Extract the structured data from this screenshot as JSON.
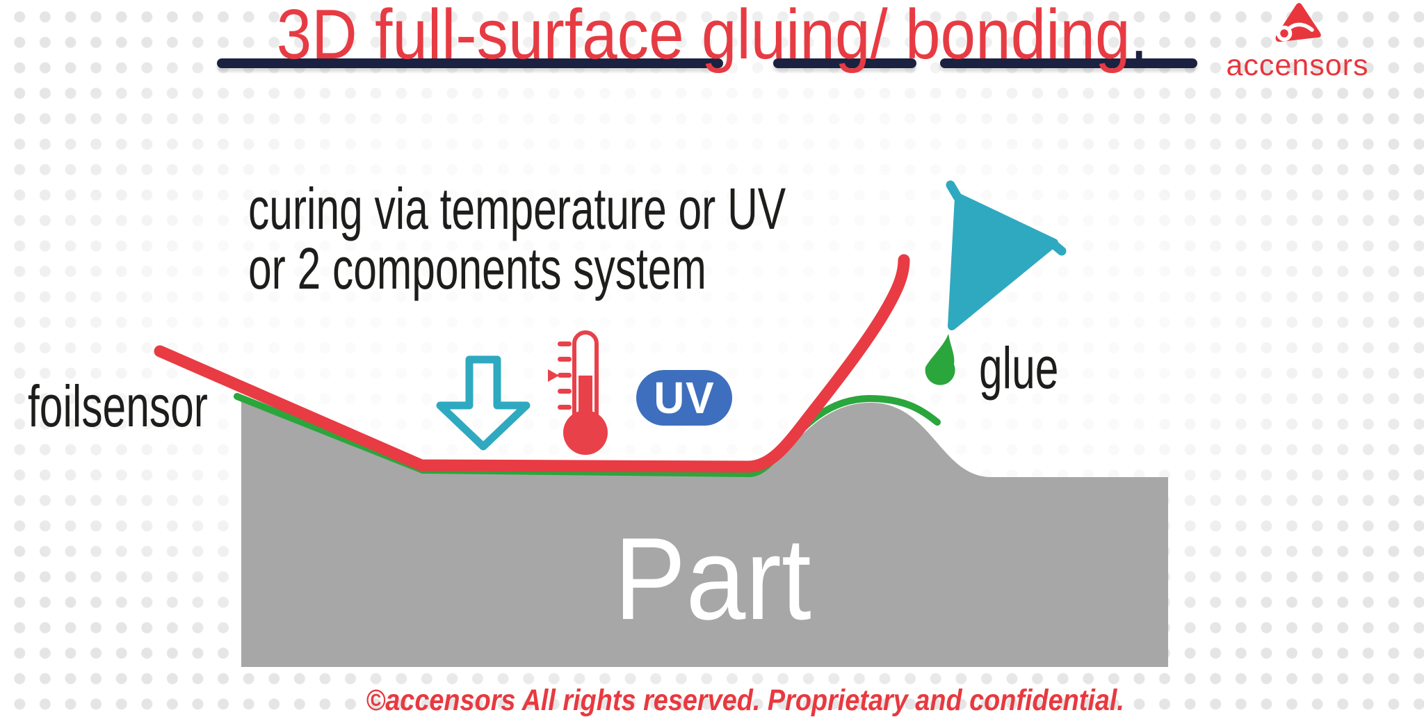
{
  "title": {
    "text": "3D full-surface gluing/ bonding",
    "period": "."
  },
  "logo": {
    "wordmark": "accensors"
  },
  "labels": {
    "curing_line1": "curing via temperature or UV",
    "curing_line2": "or 2 components system",
    "foilsensor": "foilsensor",
    "glue": "glue",
    "part": "Part",
    "uv": "UV"
  },
  "footer": {
    "text": "©accensors All rights reserved. Proprietary and confidential."
  },
  "colors": {
    "title_red": "#e73b43",
    "underline_navy": "#1b2140",
    "foil_red": "#e83b43",
    "glue_green": "#2aa63c",
    "teal": "#2fa9c0",
    "uv_blue": "#3e6fbe",
    "part_gray": "#a7a7a7",
    "thermometer_red": "#e8414a",
    "logo_red": "#e8363d",
    "footer_red": "#e8393f",
    "dot_gray": "#e5e5e5",
    "text_black": "#1d1d1b",
    "part_text_white": "#ffffff"
  },
  "icons": {
    "down_arrow": "down-arrow-icon",
    "thermometer": "thermometer-icon",
    "glue_dispenser": "glue-dispenser-icon",
    "glue_droplet": "glue-droplet-icon",
    "logo_mark": "accensors-logo-icon"
  }
}
